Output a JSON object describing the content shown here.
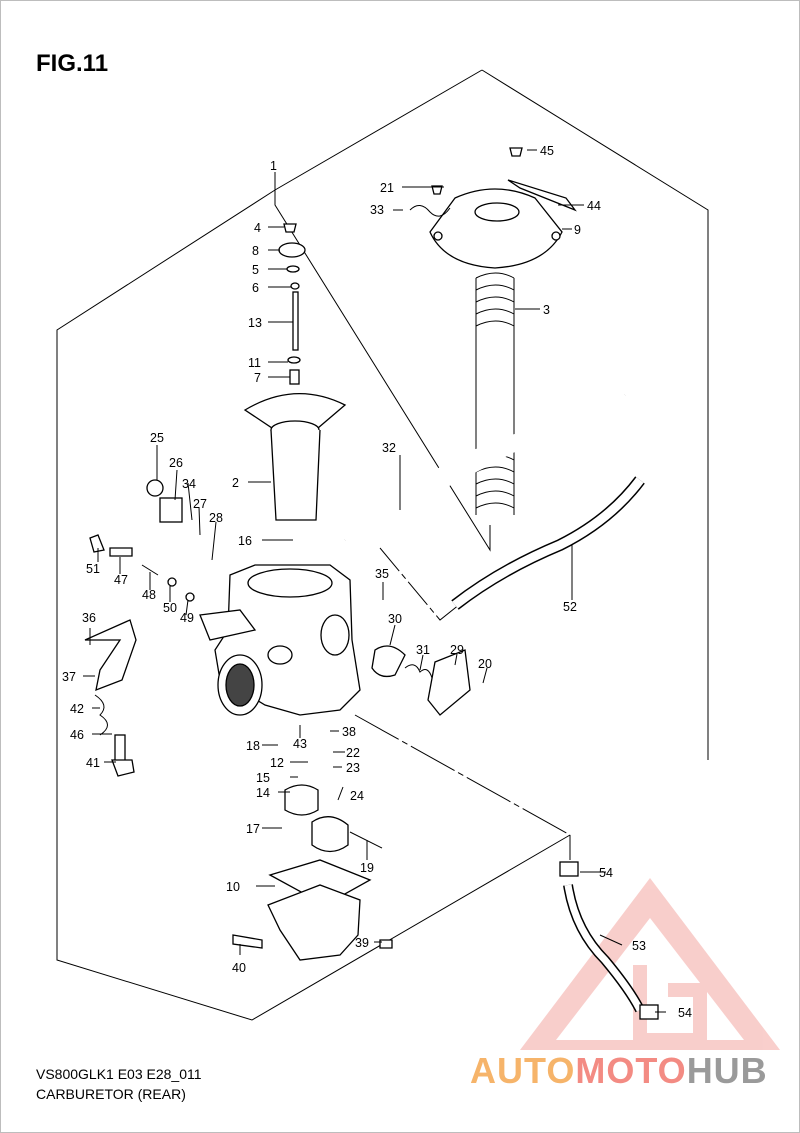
{
  "figure": {
    "title": "FIG.11",
    "model_code": "VS800GLK1 E03 E28_011",
    "caption": "CARBURETOR (REAR)"
  },
  "watermark": {
    "word_part1": "AUTO",
    "word_part2": "MOTO",
    "word_part3": "HUB",
    "colors": {
      "triangle": "#f4a7a2",
      "auto": "#f6b46a",
      "moto": "#f38b83",
      "hub": "#9a9a9a"
    }
  },
  "callouts": {
    "c1": "1",
    "c2": "2",
    "c3": "3",
    "c4": "4",
    "c5": "5",
    "c6": "6",
    "c7": "7",
    "c8": "8",
    "c9": "9",
    "c10": "10",
    "c11": "11",
    "c12": "12",
    "c13": "13",
    "c14": "14",
    "c15": "15",
    "c16": "16",
    "c17": "17",
    "c18": "18",
    "c19": "19",
    "c20": "20",
    "c21": "21",
    "c22": "22",
    "c23": "23",
    "c24": "24",
    "c25": "25",
    "c26": "26",
    "c27": "27",
    "c28": "28",
    "c29": "29",
    "c30": "30",
    "c31": "31",
    "c32": "32",
    "c33": "33",
    "c34": "34",
    "c35": "35",
    "c36": "36",
    "c37": "37",
    "c38": "38",
    "c39": "39",
    "c40": "40",
    "c41": "41",
    "c42": "42",
    "c43": "43",
    "c44": "44",
    "c45": "45",
    "c46": "46",
    "c47": "47",
    "c48": "48",
    "c49": "49",
    "c50": "50",
    "c51": "51",
    "c52": "52",
    "c53": "53",
    "c54a": "54",
    "c54b": "54"
  }
}
